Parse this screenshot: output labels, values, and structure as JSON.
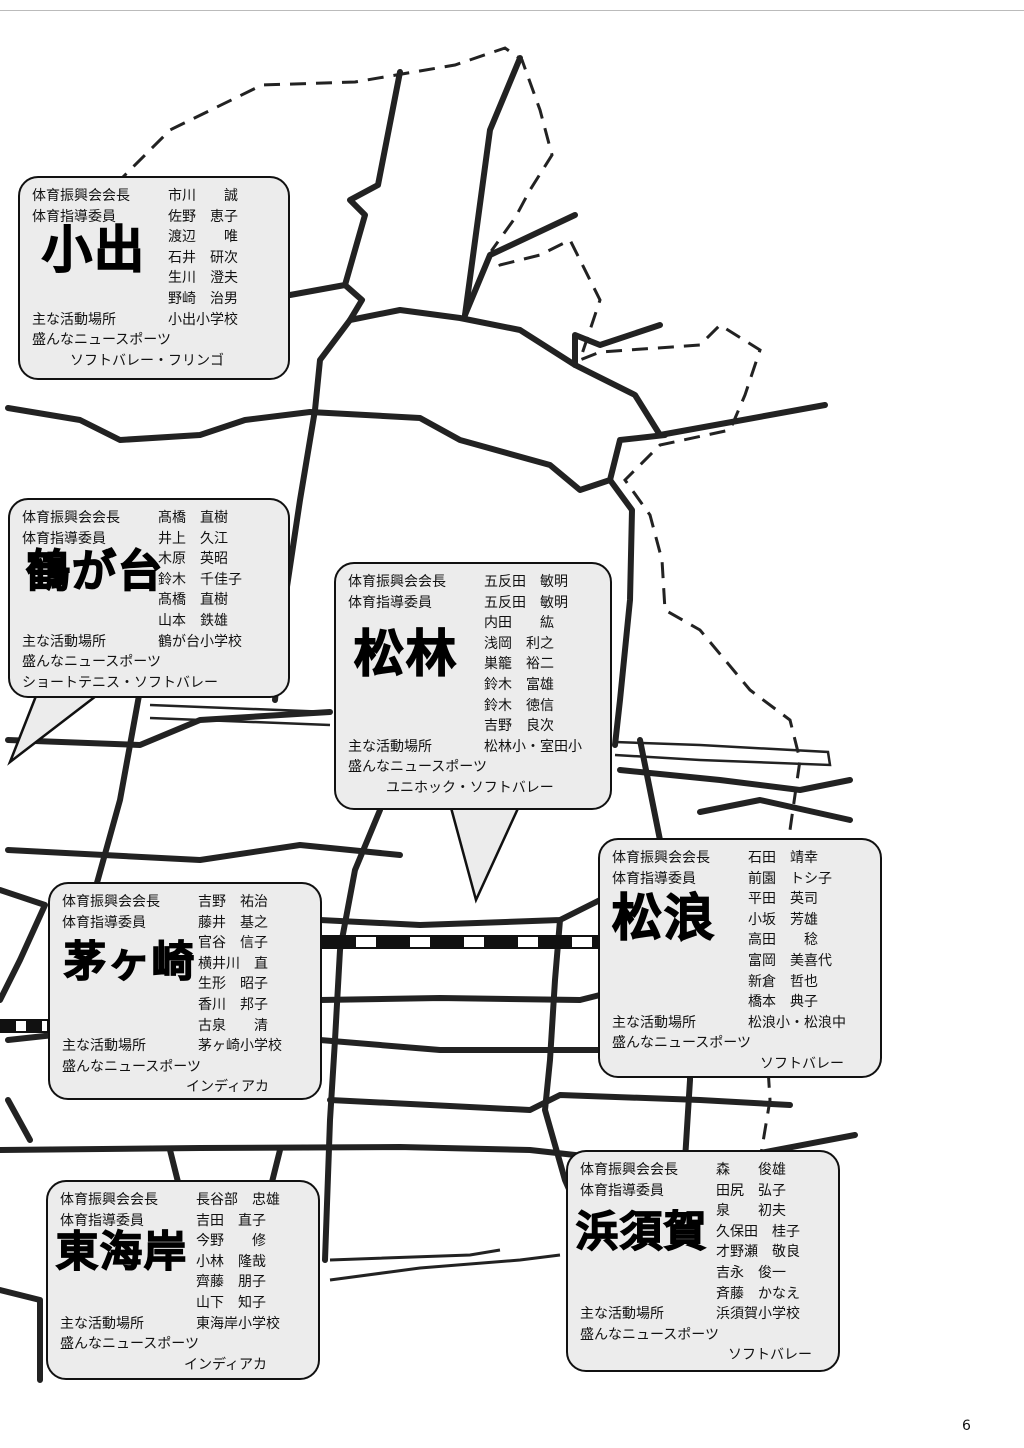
{
  "labels": {
    "chairman": "体育振興会会長",
    "instructor": "体育指導委員",
    "venue": "主な活動場所",
    "sport": "盛んなニュースポーツ"
  },
  "districts": {
    "koide": {
      "name": "小出",
      "chairman": "市川　　誠",
      "instructors": [
        "佐野　恵子",
        "渡辺　　唯",
        "石井　研次",
        "生川　澄夫",
        "野崎　治男"
      ],
      "venue": "小出小学校",
      "sports": "ソフトバレー・フリンゴ"
    },
    "tsurugadai": {
      "name": "鶴が台",
      "chairman": "髙橋　直樹",
      "instructors": [
        "井上　久江",
        "木原　英昭",
        "鈴木　千佳子",
        "髙橋　直樹",
        "山本　鉄雄"
      ],
      "venue": "鶴が台小学校",
      "sports": "ショートテニス・ソフトバレー"
    },
    "shorin": {
      "name": "松林",
      "chairman": "五反田　敏明",
      "instructors": [
        "五反田　敏明",
        "内田　　紘",
        "浅岡　利之",
        "巣籠　裕二",
        "鈴木　富雄",
        "鈴木　徳信",
        "吉野　良次"
      ],
      "venue": "松林小・室田小",
      "sports": "ユニホック・ソフトバレー"
    },
    "matsunami": {
      "name": "松浪",
      "chairman": "石田　靖幸",
      "instructors": [
        "前園　トシ子",
        "平田　英司",
        "小坂　芳雄",
        "高田　　稔",
        "富岡　美喜代",
        "新倉　哲也",
        "橋本　典子"
      ],
      "venue": "松浪小・松浪中",
      "sports": "ソフトバレー"
    },
    "chigasaki": {
      "name": "茅ヶ崎",
      "chairman": "吉野　祐治",
      "instructors": [
        "藤井　基之",
        "官谷　信子",
        "横井川　直",
        "生形　昭子",
        "香川　邦子",
        "古泉　　清"
      ],
      "venue": "茅ヶ崎小学校",
      "sports": "インディアカ"
    },
    "higashikaigan": {
      "name": "東海岸",
      "chairman": "長谷部　忠雄",
      "instructors": [
        "吉田　直子",
        "今野　　修",
        "小林　隆哉",
        "齊藤　朋子",
        "山下　知子"
      ],
      "venue": "東海岸小学校",
      "sports": "インディアカ"
    },
    "hamasuka": {
      "name": "浜須賀",
      "chairman": "森　　俊雄",
      "instructors": [
        "田尻　弘子",
        "泉　　初夫",
        "久保田　桂子",
        "才野瀬　敬良",
        "吉永　俊一",
        "斉藤　かなえ"
      ],
      "venue": "浜須賀小学校",
      "sports": "ソフトバレー"
    }
  },
  "page_number": "6"
}
